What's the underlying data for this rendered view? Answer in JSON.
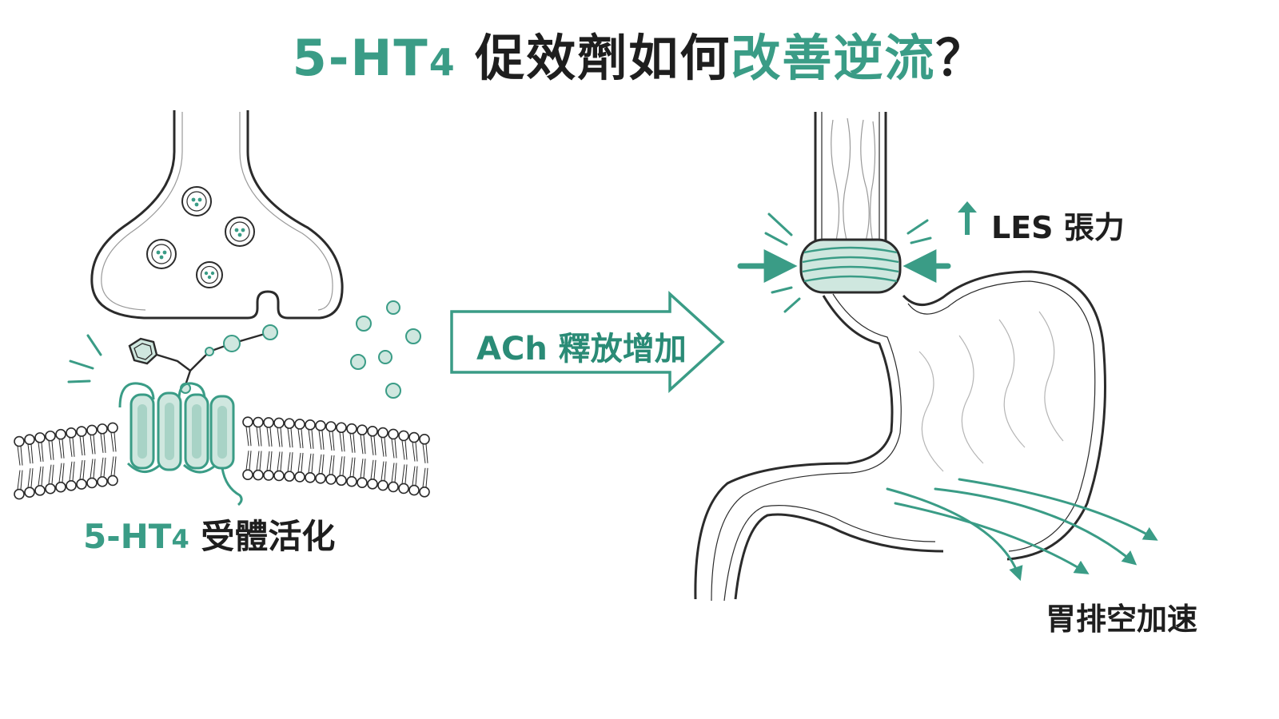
{
  "title": {
    "part1": "5-HT",
    "part1_sub": "4",
    "part2": " 促效劑如何",
    "part3": "改善逆流",
    "part4": "？"
  },
  "labels": {
    "receptor_prefix": "5-HT",
    "receptor_sub": "4",
    "receptor_suffix": " 受體活化",
    "ach_release": "ACh 釋放增加",
    "les_tone": "LES 張力",
    "gastric_emptying": "胃排空加速"
  },
  "colors": {
    "accent": "#3a9c86",
    "accent_light": "#cfe7df",
    "ink": "#1e1e1e",
    "line": "#2b2b2b"
  },
  "icons": [
    "up-arrow-icon",
    "right-arrow-icon",
    "compression-arrow-icon"
  ]
}
